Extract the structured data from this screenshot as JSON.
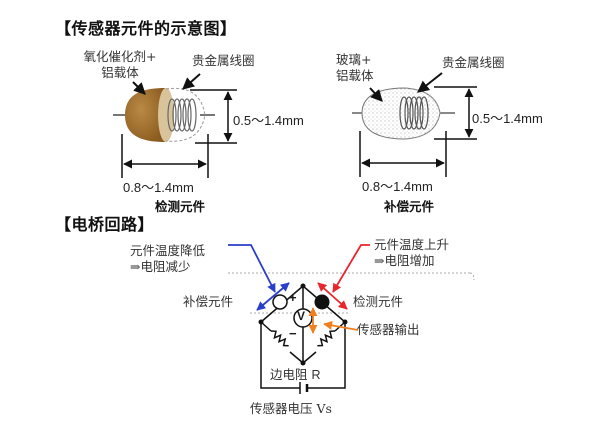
{
  "section1": {
    "title": "【传感器元件的示意图】",
    "detector": {
      "material_label_line1": "氧化催化剂+",
      "material_label_line2": "铝载体",
      "coil_label": "贵金属线圈",
      "height_dim": "0.5～1.4mm",
      "width_dim": "0.8～1.4mm",
      "caption": "检测元件",
      "body_color": "#a8732e"
    },
    "compensator": {
      "material_label_line1": "玻璃+",
      "material_label_line2": "铝载体",
      "coil_label": "贵金属线圈",
      "height_dim": "0.5～1.4mm",
      "width_dim": "0.8～1.4mm",
      "caption": "补偿元件",
      "body_color": "#eeeeee"
    }
  },
  "section2": {
    "title": "【电桥回路】",
    "left_note_line1": "元件温度降低",
    "left_note_line2": "⇒电阻减少",
    "right_note_line1": "元件温度上升",
    "right_note_line2": "⇒电阻增加",
    "compensator_label": "补偿元件",
    "detector_label": "检测元件",
    "output_label": "传感器输出",
    "resistor_label": "边电阻",
    "resistor_symbol": "R",
    "voltage_label": "传感器电压 Vs",
    "voltmeter_symbol": "V",
    "plus_sign": "+",
    "minus_sign": "−",
    "colors": {
      "decrease_arrow": "#2a3fc9",
      "increase_arrow": "#e8262b",
      "output_arrow": "#f07f20"
    }
  }
}
